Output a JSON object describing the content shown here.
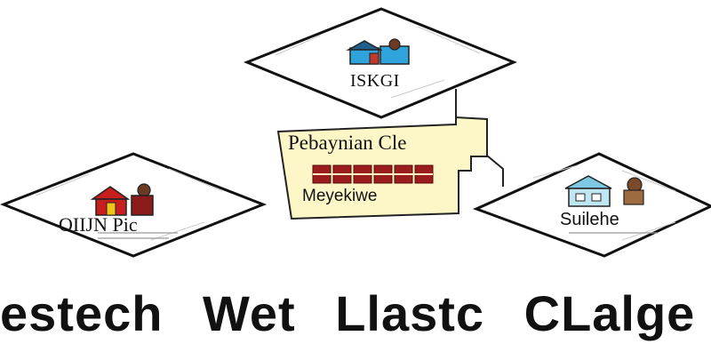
{
  "diagram": {
    "top_node": {
      "label": "ISKGI",
      "icon": "house-icon",
      "colors": {
        "primary": "#2fa3dc",
        "accent": "#c0392b"
      }
    },
    "left_node": {
      "label": "OIIJN Pic",
      "sub_label": "",
      "icon": "house-icon",
      "colors": {
        "primary": "#c81e1e",
        "accent": "#f0c419"
      }
    },
    "right_node": {
      "label": "Suilehe",
      "icon": "house-icon",
      "colors": {
        "primary": "#7ec8e3",
        "accent": "#7a4a2a"
      }
    },
    "center_card": {
      "title": "Pebaynian Cle",
      "subtitle": "Meyekiwe",
      "bar_segments": 6,
      "colors": {
        "fill": "#fdf7c8",
        "bar": "#9b1c1c"
      }
    },
    "caption_words": [
      "estech",
      "Wet",
      "Llastc",
      "CLalge"
    ]
  }
}
